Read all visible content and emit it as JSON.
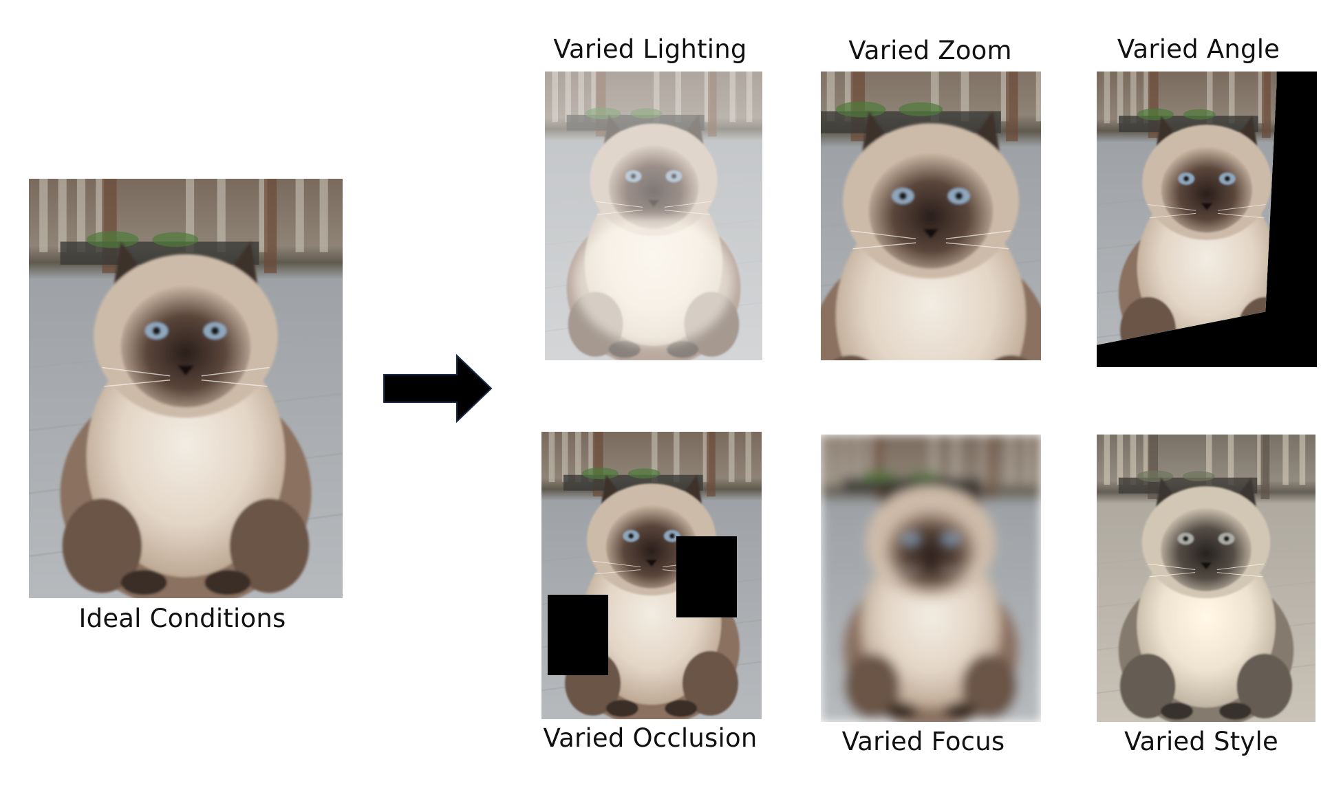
{
  "main": {
    "label": "Ideal Conditions",
    "variant": "ideal"
  },
  "transforms": [
    {
      "label": "Varied Lighting",
      "variant": "lighting"
    },
    {
      "label": "Varied Zoom",
      "variant": "zoom"
    },
    {
      "label": "Varied Angle",
      "variant": "angle"
    },
    {
      "label": "Varied Occlusion",
      "variant": "occlusion"
    },
    {
      "label": "Varied Focus",
      "variant": "focus"
    },
    {
      "label": "Varied Style",
      "variant": "style"
    }
  ],
  "icons": {
    "arrow": "right-arrow-icon",
    "subject": "cat-photo"
  },
  "colors": {
    "background": "#ffffff",
    "occluder": "#000000",
    "fur_light": "#efe6dc",
    "fur_dark": "#2e2420"
  }
}
